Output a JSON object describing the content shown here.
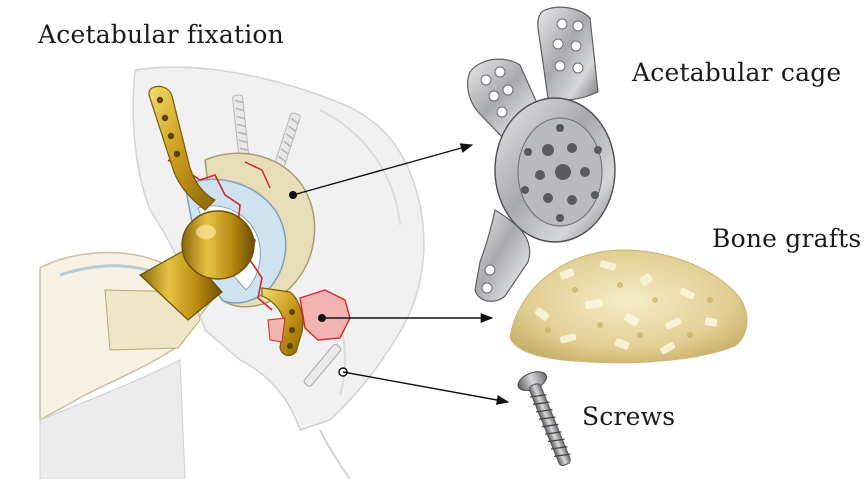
{
  "figure": {
    "title": "Acetabular fixation",
    "labels": {
      "cage": "Acetabular cage",
      "bone_grafts": "Bone grafts",
      "screws": "Screws"
    }
  }
}
